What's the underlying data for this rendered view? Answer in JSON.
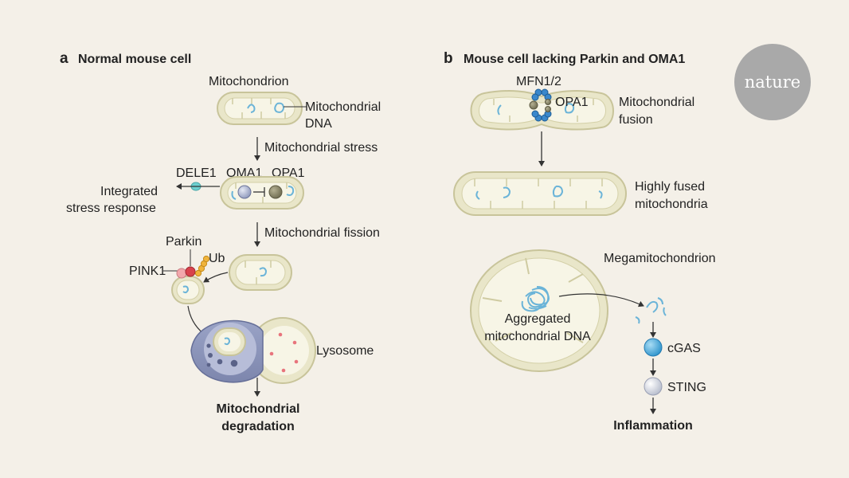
{
  "panel_a": {
    "letter": "a",
    "title": "Normal mouse cell",
    "mitochondrion": "Mitochondrion",
    "mito_dna_1": "Mitochondrial",
    "mito_dna_2": "DNA",
    "stress": "Mitochondrial stress",
    "dele1": "DELE1",
    "oma1": "OMA1",
    "opa1": "OPA1",
    "isr_1": "Integrated",
    "isr_2": "stress response",
    "fission": "Mitochondrial fission",
    "parkin": "Parkin",
    "ub": "Ub",
    "pink1": "PINK1",
    "lysosome": "Lysosome",
    "outcome_1": "Mitochondrial",
    "outcome_2": "degradation"
  },
  "panel_b": {
    "letter": "b",
    "title": "Mouse cell lacking Parkin and OMA1",
    "mfn": "MFN1/2",
    "opa1": "OPA1",
    "fusion_1": "Mitochondrial",
    "fusion_2": "fusion",
    "fused_1": "Highly fused",
    "fused_2": "mitochondria",
    "mega": "Megamitochondrion",
    "agg_1": "Aggregated",
    "agg_2": "mitochondrial DNA",
    "cgas": "cGAS",
    "sting": "STING",
    "outcome": "Inflammation"
  },
  "logo": {
    "text": "nature"
  },
  "colors": {
    "background": "#f4f0e8",
    "membrane": "#e9e6c9",
    "membrane_stroke": "#c8c49a",
    "mtdna": "#6bb4d8",
    "oma1": "#b9c3dc",
    "opa1": "#8a8768",
    "dele1": "#6ed0d0",
    "parkin": "#d8424c",
    "pink1": "#f2a8ac",
    "ub": "#f0b43c",
    "mfn": "#3a88cc",
    "lysosome_dot": "#e8747c",
    "autophagosome": "#8f98bd",
    "cgas": "#5ab4e4",
    "sting": "#d8dce8",
    "logo_circle": "#a9a9a9"
  }
}
